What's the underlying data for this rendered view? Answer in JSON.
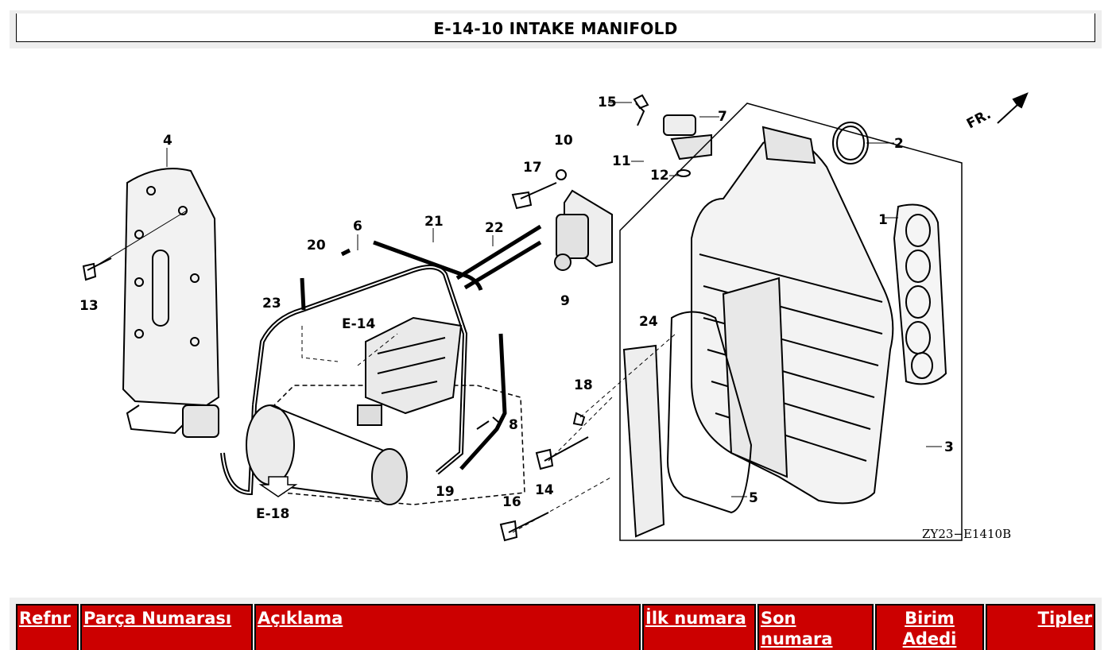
{
  "page_title": "E-14-10 INTAKE MANIFOLD",
  "diagram": {
    "callouts": [
      "1",
      "2",
      "3",
      "4",
      "5",
      "6",
      "7",
      "8",
      "9",
      "10",
      "11",
      "12",
      "13",
      "14",
      "15",
      "16",
      "17",
      "18",
      "19",
      "20",
      "21",
      "22",
      "23",
      "24"
    ],
    "refs": {
      "e14": "E-14",
      "e18": "E-18"
    },
    "direction_label": "FR.",
    "drawing_code": "ZY23−E1410B"
  },
  "table": {
    "headers": [
      "Refnr",
      "Parça Numarası",
      "Açıklama",
      "İlk numara",
      "Son numara",
      "Birim Adedi",
      "Tipler"
    ]
  },
  "colors": {
    "header_bg": "#cc0000",
    "header_text": "#ffffff"
  }
}
